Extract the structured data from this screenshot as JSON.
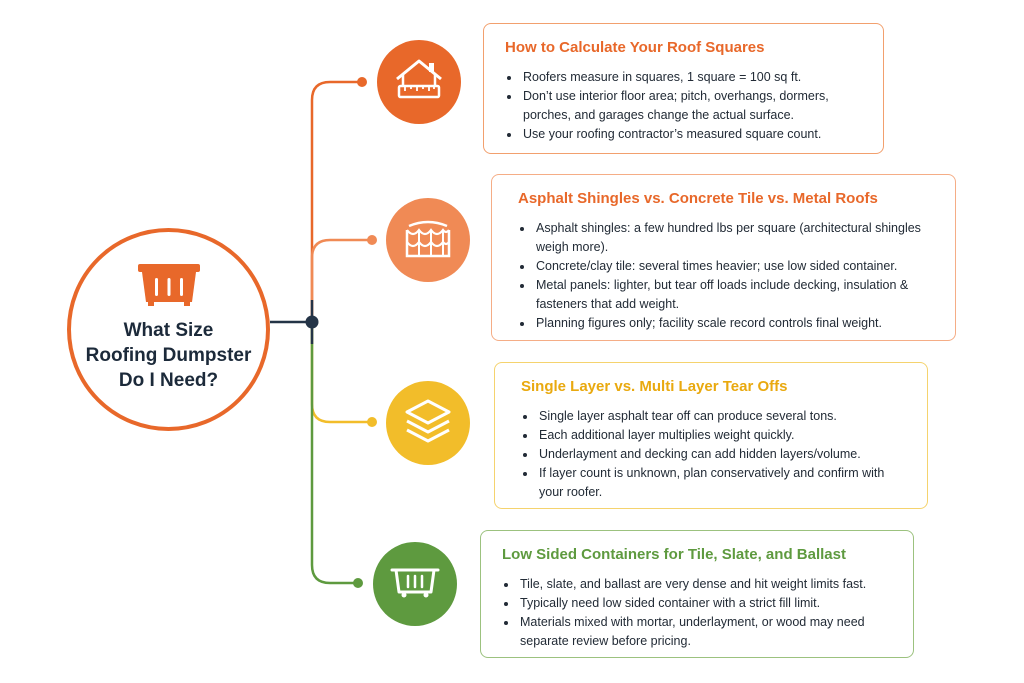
{
  "colors": {
    "orange": "#e8682a",
    "orange_light": "#f08a55",
    "yellow": "#f2bd2a",
    "green": "#5e9a3f",
    "navy": "#243447"
  },
  "hub": {
    "icon": "dumpster-icon",
    "title_lines": [
      "What Size",
      "Roofing Dumpster",
      "Do I Need?"
    ]
  },
  "sections": [
    {
      "icon": "house-ruler-icon",
      "title": "How to Calculate Your Roof Squares",
      "bullets": [
        "Roofers measure in squares, 1 square = 100 sq ft.",
        "Don’t use interior floor area; pitch, overhangs, dormers, porches, and garages change the actual surface.",
        "Use your roofing contractor’s measured square count."
      ]
    },
    {
      "icon": "roof-tiles-icon",
      "title": "Asphalt Shingles vs. Concrete Tile vs. Metal Roofs",
      "bullets": [
        "Asphalt shingles: a few hundred lbs per square (architectural shingles weigh more).",
        "Concrete/clay tile: several times heavier; use low sided container.",
        "Metal panels: lighter, but tear off loads include decking, insulation & fasteners that add weight.",
        "Planning figures only; facility scale record controls final weight."
      ]
    },
    {
      "icon": "layers-icon",
      "title": "Single Layer vs. Multi Layer Tear Offs",
      "bullets": [
        "Single layer asphalt tear off can produce several tons.",
        "Each additional layer multiplies weight quickly.",
        "Underlayment and decking can add hidden layers/volume.",
        "If layer count is unknown, plan conservatively and confirm with your roofer."
      ]
    },
    {
      "icon": "low-container-icon",
      "title": "Low Sided Containers for Tile, Slate, and Ballast",
      "bullets": [
        "Tile, slate, and ballast are very dense and hit weight limits fast.",
        "Typically need low sided container with a strict fill limit.",
        "Materials mixed with mortar, underlayment, or wood may need separate review before pricing."
      ]
    }
  ]
}
